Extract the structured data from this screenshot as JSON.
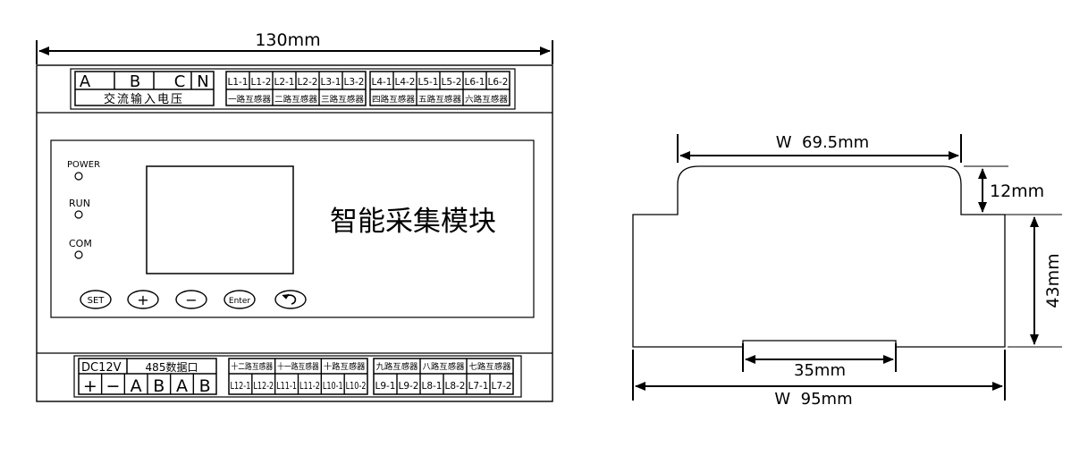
{
  "front_view": {
    "width_dim": "130mm",
    "top_terminal_labels": [
      "A",
      "B",
      "C",
      "N"
    ],
    "top_terminal_caption": "交流输入电压",
    "top_ct_terminals": [
      "L1-1",
      "L1-2",
      "L2-1",
      "L2-2",
      "L3-1",
      "L3-2",
      "L4-1",
      "L4-2",
      "L5-1",
      "L5-2",
      "L6-1",
      "L6-2"
    ],
    "top_ct_captions": [
      "一路互感器",
      "二路互感器",
      "三路互感器",
      "四路互感器",
      "五路互感器",
      "六路互感器"
    ],
    "indicators": [
      "POWER",
      "RUN",
      "COM"
    ],
    "product_title": "智能采集模块",
    "buttons": {
      "set": "SET",
      "plus": "+",
      "minus": "−",
      "enter": "Enter"
    },
    "bottom_power_caption": "DC12V",
    "bottom_485_caption": "485数据口",
    "bottom_power_terminals": [
      "+",
      "−",
      "A",
      "B",
      "A",
      "B"
    ],
    "bottom_ct_captions": [
      "十二路互感器",
      "十一路互感器",
      "十路互感器",
      "九路互感器",
      "八路互感器",
      "七路互感器"
    ],
    "bottom_ct_terminals": [
      "L12-1",
      "L12-2",
      "L11-1",
      "L11-2",
      "L10-1",
      "L10-2",
      "L9-1",
      "L9-2",
      "L8-1",
      "L8-2",
      "L7-1",
      "L7-2"
    ]
  },
  "side_view": {
    "top_width_dim": "W  69.5mm",
    "step_height_dim": "12mm",
    "body_height_dim": "43mm",
    "rail_width_dim": "35mm",
    "total_width_dim": "W  95mm"
  },
  "colors": {
    "line": "#000000",
    "background": "#ffffff"
  }
}
